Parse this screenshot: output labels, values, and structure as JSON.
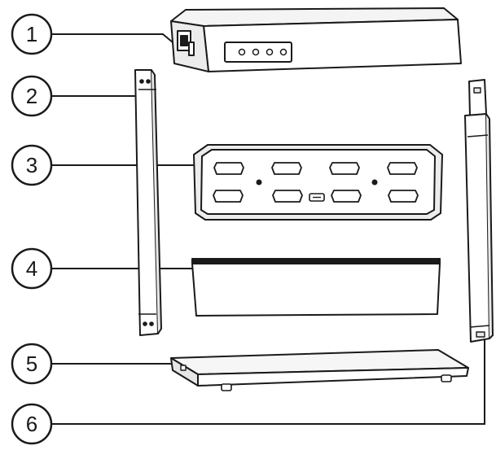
{
  "callouts": [
    {
      "number": "1",
      "part": "top-cover"
    },
    {
      "number": "2",
      "part": "left-side-rail"
    },
    {
      "number": "3",
      "part": "charging-port-panel"
    },
    {
      "number": "4",
      "part": "front-tray"
    },
    {
      "number": "5",
      "part": "base-plate"
    },
    {
      "number": "6",
      "part": "right-side-rail"
    }
  ],
  "colors": {
    "line": "#1a1a1a",
    "fill": "#ffffff",
    "shade": "#e8e8e8"
  }
}
